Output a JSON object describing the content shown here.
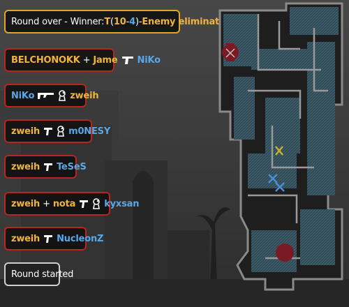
{
  "killfeed": {
    "round_over": {
      "prefix": "Round over - Winner: ",
      "winner": "T",
      "score_open": " (",
      "score_t": "10",
      "score_dash": " - ",
      "score_ct": "4",
      "score_close": ")",
      "dash": " - ",
      "reason": "Enemy eliminated"
    },
    "kills": [
      {
        "killer": "BELCHONOKK",
        "assist": "Jame",
        "victim": "NiKo",
        "killer_team": "T",
        "victim_team": "CT",
        "weapon_icon": "pistol-icon",
        "extra_icon": null
      },
      {
        "killer": "NiKo",
        "assist": null,
        "victim": "zweih",
        "killer_team": "CT",
        "victim_team": "T",
        "weapon_icon": "rifle-icon",
        "extra_icon": "headshot-icon"
      },
      {
        "killer": "zweih",
        "assist": null,
        "victim": "m0NESY",
        "killer_team": "T",
        "victim_team": "CT",
        "weapon_icon": "pistol-icon",
        "extra_icon": "headshot-icon"
      },
      {
        "killer": "zweih",
        "assist": null,
        "victim": "TeSeS",
        "killer_team": "T",
        "victim_team": "CT",
        "weapon_icon": "pistol-icon",
        "extra_icon": null
      },
      {
        "killer": "zweih",
        "assist": "nota",
        "victim": "kyxsan",
        "killer_team": "T",
        "victim_team": "CT",
        "weapon_icon": "pistol-icon",
        "extra_icon": "headshot-icon"
      },
      {
        "killer": "zweih",
        "assist": null,
        "victim": "NucleonZ",
        "killer_team": "T",
        "victim_team": "CT",
        "weapon_icon": "pistol-icon",
        "extra_icon": null
      }
    ],
    "round_started": "Round started",
    "plus": "+"
  },
  "colors": {
    "t_team": "#f0b43a",
    "ct_team": "#5aa7e8",
    "kill_border": "#b8261f",
    "info_border": "#e0a526",
    "bomb_site": "#7a1a24"
  },
  "radar": {
    "markers": [
      {
        "name": "player-x-yellow",
        "color": "#c9b233"
      },
      {
        "name": "player-x-blue-1",
        "color": "#4b8ed8"
      },
      {
        "name": "player-x-blue-2",
        "color": "#4b8ed8"
      }
    ]
  }
}
